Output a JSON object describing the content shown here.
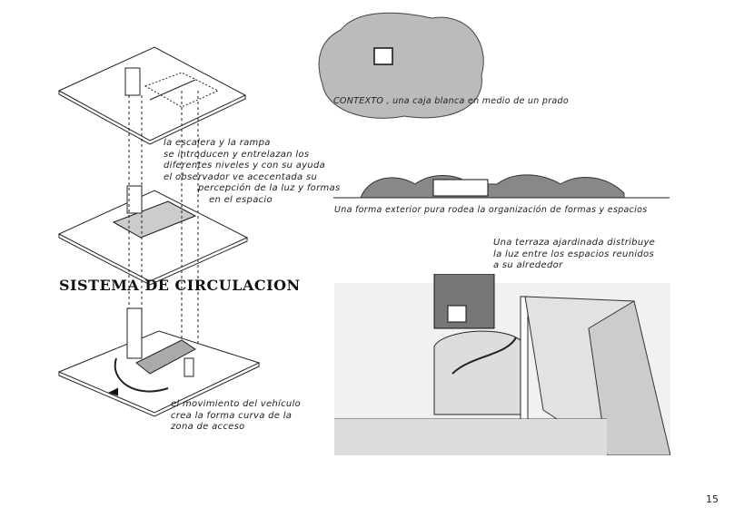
{
  "page": {
    "section_title": "SISTEMA DE CIRCULACION",
    "page_number": "15"
  },
  "annotations": {
    "stairs_ramp": [
      "la escalera y la rampa",
      "se introducen y entrelazan los",
      "diferentes niveles y con su ayuda",
      "el observador ve acecentada su",
      "percepción de la luz y formas",
      "en el espacio"
    ],
    "vehicle": [
      "el movimiento del vehículo",
      "crea la forma curva de la",
      "zona de acceso"
    ],
    "context": "CONTEXTO , una caja blanca en medio de un prado",
    "exterior": "Una forma exterior pura rodea la organización de formas y espacios",
    "terrace": [
      "Una terraza ajardinada distribuye",
      "la luz entre los espacios reunidos",
      "a su alrededor"
    ]
  }
}
